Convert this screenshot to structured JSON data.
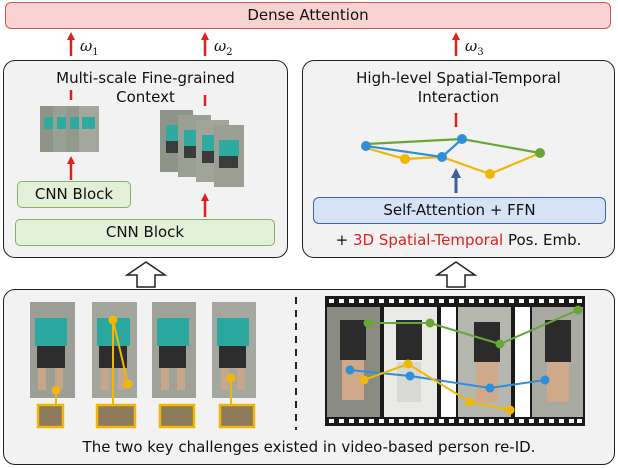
{
  "top": {
    "dense_attention": "Dense Attention"
  },
  "weights": {
    "w1": "ω",
    "w1_sub": "1",
    "w2": "ω",
    "w2_sub": "2",
    "w3": "ω",
    "w3_sub": "3"
  },
  "left_panel": {
    "title_line1": "Multi-scale Fine-grained",
    "title_line2": "Context",
    "cnn_block_small": "CNN Block",
    "cnn_block_large": "CNN Block"
  },
  "right_panel": {
    "title_line1": "High-level Spatial-Temporal",
    "title_line2": "Interaction",
    "self_attention": "Self-Attention + FFN",
    "pos_plus": "+ ",
    "pos_red": "3D Spatial-Temporal",
    "pos_rest": " Pos. Emb."
  },
  "bottom": {
    "caption": "The two key challenges existed in video-based person re-ID."
  },
  "colors": {
    "red": "#e0201b",
    "green_line": "#6aa636",
    "blue_line": "#2f8fd8",
    "yellow_line": "#f2b705",
    "arrow_blue": "#3f5e9a"
  }
}
